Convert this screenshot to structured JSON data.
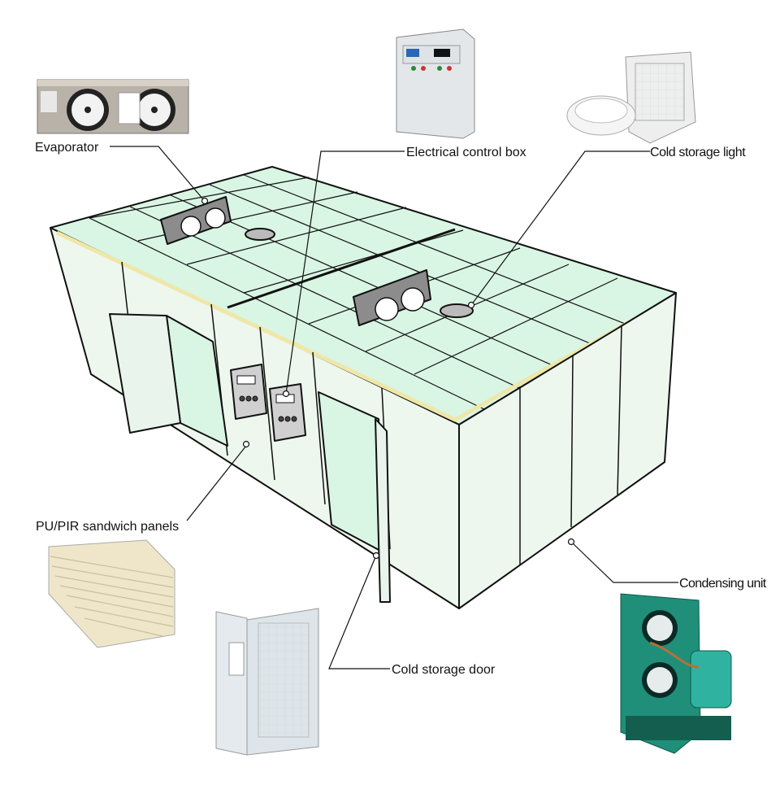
{
  "labels": {
    "evaporator": "Evaporator",
    "control_box": "Electrical control box",
    "light": "Cold storage light",
    "panels": "PU/PIR sandwich panels",
    "condensing": "Condensing unit",
    "door": "Cold storage door"
  },
  "colors": {
    "panel_fill": "#d9f5e4",
    "wall_fill": "#eef7ee",
    "outline": "#111111",
    "trim": "#efe7a8",
    "unit_gray": "#8c8c8c",
    "condenser_green": "#1f8f7a"
  }
}
